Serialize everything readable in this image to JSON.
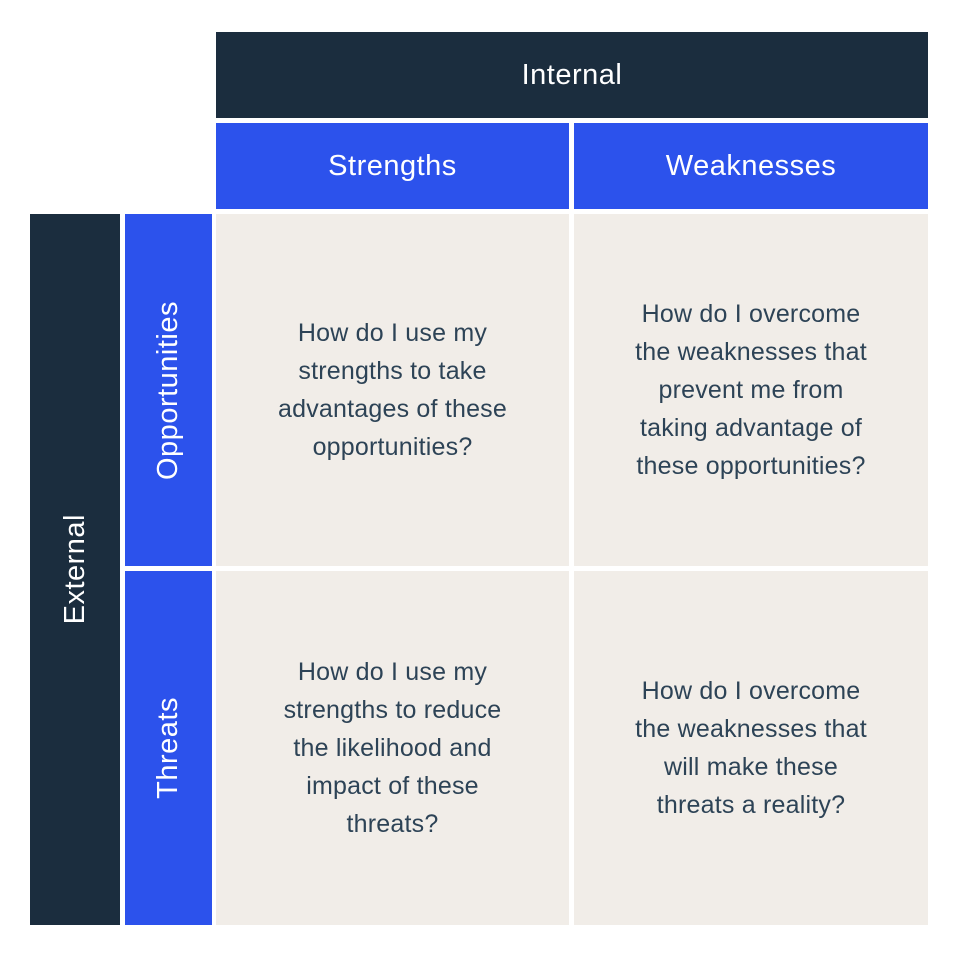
{
  "colors": {
    "dark": "#1B2D3E",
    "blue": "#2C52EC",
    "cell_bg": "#F1EDE8",
    "cell_text": "#2D4356",
    "header_text": "#FFFFFF",
    "background": "#FFFFFF"
  },
  "matrix": {
    "internal_label": "Internal",
    "external_label": "External",
    "columns": [
      {
        "label": "Strengths"
      },
      {
        "label": "Weaknesses"
      }
    ],
    "rows": [
      {
        "label": "Opportunities"
      },
      {
        "label": "Threats"
      }
    ],
    "cells": {
      "strengths_opportunities": "How do I use my\nstrengths to take\nadvantages of these\nopportunities?",
      "weaknesses_opportunities": "How do I overcome\nthe weaknesses that\nprevent me from\ntaking advantage of\nthese opportunities?",
      "strengths_threats": "How do I use my\nstrengths to reduce\nthe likelihood and\nimpact of these\nthreats?",
      "weaknesses_threats": "How do I overcome\nthe weaknesses that\nwill make these\nthreats a reality?"
    }
  }
}
